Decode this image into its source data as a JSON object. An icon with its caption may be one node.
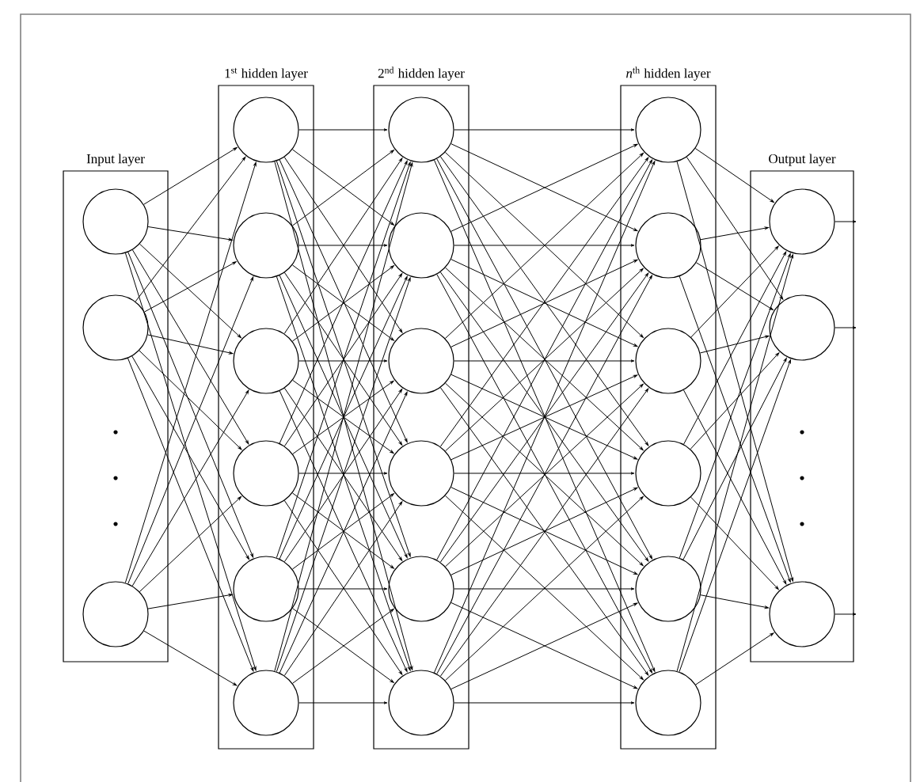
{
  "diagram": {
    "nodes": [
      {
        "text": [
          "Input layer"
        ]
      },
      {
        "text": [],
        "shape": "circle",
        "in": 0
      },
      {
        "text": [],
        "shape": "circle",
        "in": 0
      },
      {
        "text": [],
        "shape": "circle",
        "in": 0
      },
      {
        "text": [
          "1$^{st}$ hidden layer"
        ]
      },
      {
        "text": [],
        "shape": "circle",
        "in": 4
      },
      {
        "text": [],
        "shape": "circle",
        "in": 4
      },
      {
        "text": [],
        "shape": "circle",
        "in": 4
      },
      {
        "text": [],
        "shape": "circle",
        "in": 4
      },
      {
        "text": [],
        "shape": "circle",
        "in": 4
      },
      {
        "text": [],
        "shape": "circle",
        "in": 4
      },
      {
        "text": [
          "2$^{nd}$ hidden layer"
        ]
      },
      {
        "text": [],
        "shape": "circle",
        "in": 11
      },
      {
        "text": [],
        "shape": "circle",
        "in": 11
      },
      {
        "text": [],
        "shape": "circle",
        "in": 11
      },
      {
        "text": [],
        "shape": "circle",
        "in": 11
      },
      {
        "text": [],
        "shape": "circle",
        "in": 11
      },
      {
        "text": [],
        "shape": "circle",
        "in": 11
      },
      {
        "text": [
          "*n*$^{th}$ hidden layer"
        ]
      },
      {
        "text": [],
        "shape": "circle",
        "in": 18
      },
      {
        "text": [],
        "shape": "circle",
        "in": 18
      },
      {
        "text": [],
        "shape": "circle",
        "in": 18
      },
      {
        "text": [],
        "shape": "circle",
        "in": 18
      },
      {
        "text": [],
        "shape": "circle",
        "in": 18
      },
      {
        "text": [],
        "shape": "circle",
        "in": 18
      },
      {
        "text": [
          "Output layer"
        ]
      },
      {
        "text": [],
        "shape": "circle",
        "in": 25
      },
      {
        "text": [],
        "shape": "circle",
        "in": 25
      },
      {
        "text": [],
        "shape": "circle",
        "in": 25
      }
    ],
    "edges": [
      {
        "from": 1,
        "to": 5,
        "arrow": "to"
      },
      {
        "from": 1,
        "to": 6,
        "arrow": "to"
      },
      {
        "from": 1,
        "to": 7,
        "arrow": "to"
      },
      {
        "from": 1,
        "to": 8,
        "arrow": "to"
      },
      {
        "from": 1,
        "to": 9,
        "arrow": "to"
      },
      {
        "from": 1,
        "to": 10,
        "arrow": "to"
      },
      {
        "from": 2,
        "to": 5,
        "arrow": "to"
      },
      {
        "from": 2,
        "to": 6,
        "arrow": "to"
      },
      {
        "from": 2,
        "to": 7,
        "arrow": "to"
      },
      {
        "from": 2,
        "to": 8,
        "arrow": "to"
      },
      {
        "from": 2,
        "to": 9,
        "arrow": "to"
      },
      {
        "from": 2,
        "to": 10,
        "arrow": "to"
      },
      {
        "from": 3,
        "to": 5,
        "arrow": "to"
      },
      {
        "from": 3,
        "to": 6,
        "arrow": "to"
      },
      {
        "from": 3,
        "to": 7,
        "arrow": "to"
      },
      {
        "from": 3,
        "to": 8,
        "arrow": "to"
      },
      {
        "from": 3,
        "to": 9,
        "arrow": "to"
      },
      {
        "from": 3,
        "to": 10,
        "arrow": "to"
      },
      {
        "from": 5,
        "to": 12,
        "arrow": "to"
      },
      {
        "from": 5,
        "to": 13,
        "arrow": "to"
      },
      {
        "from": 5,
        "to": 14,
        "arrow": "to"
      },
      {
        "from": 5,
        "to": 15,
        "arrow": "to"
      },
      {
        "from": 5,
        "to": 16,
        "arrow": "to"
      },
      {
        "from": 5,
        "to": 17,
        "arrow": "to"
      },
      {
        "from": 6,
        "to": 12,
        "arrow": "to"
      },
      {
        "from": 6,
        "to": 13,
        "arrow": "to"
      },
      {
        "from": 6,
        "to": 14,
        "arrow": "to"
      },
      {
        "from": 6,
        "to": 15,
        "arrow": "to"
      },
      {
        "from": 6,
        "to": 16,
        "arrow": "to"
      },
      {
        "from": 6,
        "to": 17,
        "arrow": "to"
      },
      {
        "from": 7,
        "to": 12,
        "arrow": "to"
      },
      {
        "from": 7,
        "to": 13,
        "arrow": "to"
      },
      {
        "from": 7,
        "to": 14,
        "arrow": "to"
      },
      {
        "from": 7,
        "to": 15,
        "arrow": "to"
      },
      {
        "from": 7,
        "to": 16,
        "arrow": "to"
      },
      {
        "from": 7,
        "to": 17,
        "arrow": "to"
      },
      {
        "from": 8,
        "to": 12,
        "arrow": "to"
      },
      {
        "from": 8,
        "to": 13,
        "arrow": "to"
      },
      {
        "from": 8,
        "to": 14,
        "arrow": "to"
      },
      {
        "from": 8,
        "to": 15,
        "arrow": "to"
      },
      {
        "from": 8,
        "to": 16,
        "arrow": "to"
      },
      {
        "from": 8,
        "to": 17,
        "arrow": "to"
      },
      {
        "from": 9,
        "to": 12,
        "arrow": "to"
      },
      {
        "from": 9,
        "to": 13,
        "arrow": "to"
      },
      {
        "from": 9,
        "to": 14,
        "arrow": "to"
      },
      {
        "from": 9,
        "to": 15,
        "arrow": "to"
      },
      {
        "from": 9,
        "to": 16,
        "arrow": "to"
      },
      {
        "from": 9,
        "to": 17,
        "arrow": "to"
      },
      {
        "from": 10,
        "to": 12,
        "arrow": "to"
      },
      {
        "from": 10,
        "to": 13,
        "arrow": "to"
      },
      {
        "from": 10,
        "to": 14,
        "arrow": "to"
      },
      {
        "from": 10,
        "to": 15,
        "arrow": "to"
      },
      {
        "from": 10,
        "to": 16,
        "arrow": "to"
      },
      {
        "from": 10,
        "to": 17,
        "arrow": "to"
      },
      {
        "from": 12,
        "to": 19,
        "arrow": "to"
      },
      {
        "from": 12,
        "to": 20,
        "arrow": "to"
      },
      {
        "from": 12,
        "to": 21,
        "arrow": "to"
      },
      {
        "from": 12,
        "to": 22,
        "arrow": "to"
      },
      {
        "from": 12,
        "to": 23,
        "arrow": "to"
      },
      {
        "from": 12,
        "to": 24,
        "arrow": "to"
      },
      {
        "from": 13,
        "to": 19,
        "arrow": "to"
      },
      {
        "from": 13,
        "to": 20,
        "arrow": "to"
      },
      {
        "from": 13,
        "to": 21,
        "arrow": "to"
      },
      {
        "from": 13,
        "to": 22,
        "arrow": "to"
      },
      {
        "from": 13,
        "to": 23,
        "arrow": "to"
      },
      {
        "from": 13,
        "to": 24,
        "arrow": "to"
      },
      {
        "from": 14,
        "to": 19,
        "arrow": "to"
      },
      {
        "from": 14,
        "to": 20,
        "arrow": "to"
      },
      {
        "from": 14,
        "to": 21,
        "arrow": "to"
      },
      {
        "from": 14,
        "to": 22,
        "arrow": "to"
      },
      {
        "from": 14,
        "to": 23,
        "arrow": "to"
      },
      {
        "from": 14,
        "to": 24,
        "arrow": "to"
      },
      {
        "from": 15,
        "to": 19,
        "arrow": "to"
      },
      {
        "from": 15,
        "to": 20,
        "arrow": "to"
      },
      {
        "from": 15,
        "to": 21,
        "arrow": "to"
      },
      {
        "from": 15,
        "to": 22,
        "arrow": "to"
      },
      {
        "from": 15,
        "to": 23,
        "arrow": "to"
      },
      {
        "from": 15,
        "to": 24,
        "arrow": "to"
      },
      {
        "from": 16,
        "to": 19,
        "arrow": "to"
      },
      {
        "from": 16,
        "to": 20,
        "arrow": "to"
      },
      {
        "from": 16,
        "to": 21,
        "arrow": "to"
      },
      {
        "from": 16,
        "to": 22,
        "arrow": "to"
      },
      {
        "from": 16,
        "to": 23,
        "arrow": "to"
      },
      {
        "from": 16,
        "to": 24,
        "arrow": "to"
      },
      {
        "from": 17,
        "to": 19,
        "arrow": "to"
      },
      {
        "from": 17,
        "to": 20,
        "arrow": "to"
      },
      {
        "from": 17,
        "to": 21,
        "arrow": "to"
      },
      {
        "from": 17,
        "to": 22,
        "arrow": "to"
      },
      {
        "from": 17,
        "to": 23,
        "arrow": "to"
      },
      {
        "from": 17,
        "to": 24,
        "arrow": "to"
      },
      {
        "from": 19,
        "to": 26,
        "arrow": "to"
      },
      {
        "from": 19,
        "to": 27,
        "arrow": "to"
      },
      {
        "from": 19,
        "to": 28,
        "arrow": "to"
      },
      {
        "from": 20,
        "to": 26,
        "arrow": "to"
      },
      {
        "from": 20,
        "to": 27,
        "arrow": "to"
      },
      {
        "from": 20,
        "to": 28,
        "arrow": "to"
      },
      {
        "from": 21,
        "to": 26,
        "arrow": "to"
      },
      {
        "from": 21,
        "to": 27,
        "arrow": "to"
      },
      {
        "from": 21,
        "to": 28,
        "arrow": "to"
      },
      {
        "from": 22,
        "to": 26,
        "arrow": "to"
      },
      {
        "from": 22,
        "to": 27,
        "arrow": "to"
      },
      {
        "from": 22,
        "to": 28,
        "arrow": "to"
      },
      {
        "from": 23,
        "to": 26,
        "arrow": "to"
      },
      {
        "from": 23,
        "to": 27,
        "arrow": "to"
      },
      {
        "from": 23,
        "to": 28,
        "arrow": "to"
      },
      {
        "from": 24,
        "to": 26,
        "arrow": "to"
      },
      {
        "from": 24,
        "to": 27,
        "arrow": "to"
      },
      {
        "from": 24,
        "to": 28,
        "arrow": "to"
      },
      {
        "from": 26,
        "to": null,
        "arrow": "to"
      },
      {
        "from": 27,
        "to": null,
        "arrow": "to"
      },
      {
        "from": 28,
        "to": null,
        "arrow": "to"
      }
    ]
  }
}
